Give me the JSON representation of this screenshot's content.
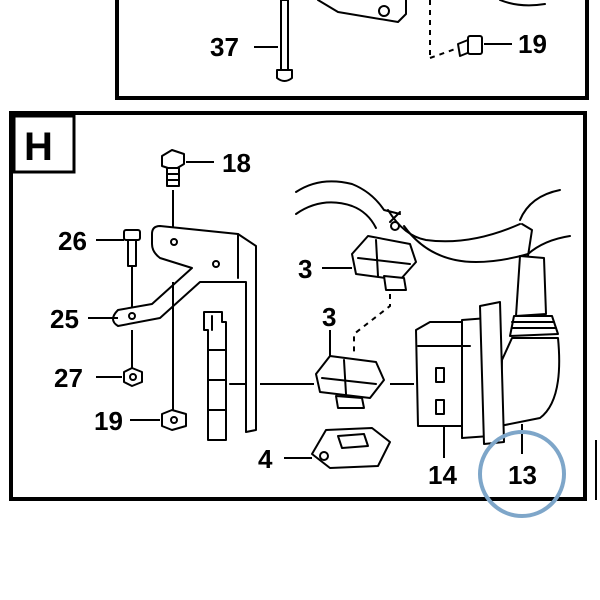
{
  "upper_panel": {
    "callouts": {
      "part_37": "37",
      "part_19": "19"
    }
  },
  "section": {
    "letter": "H",
    "callouts": {
      "part_18": "18",
      "part_26": "26",
      "part_25": "25",
      "part_27": "27",
      "part_19": "19",
      "part_3_top": "3",
      "part_3_mid": "3",
      "part_4": "4",
      "part_14": "14",
      "part_13": "13"
    }
  },
  "highlight": {
    "color": "#7ea6c9",
    "target": "13"
  }
}
